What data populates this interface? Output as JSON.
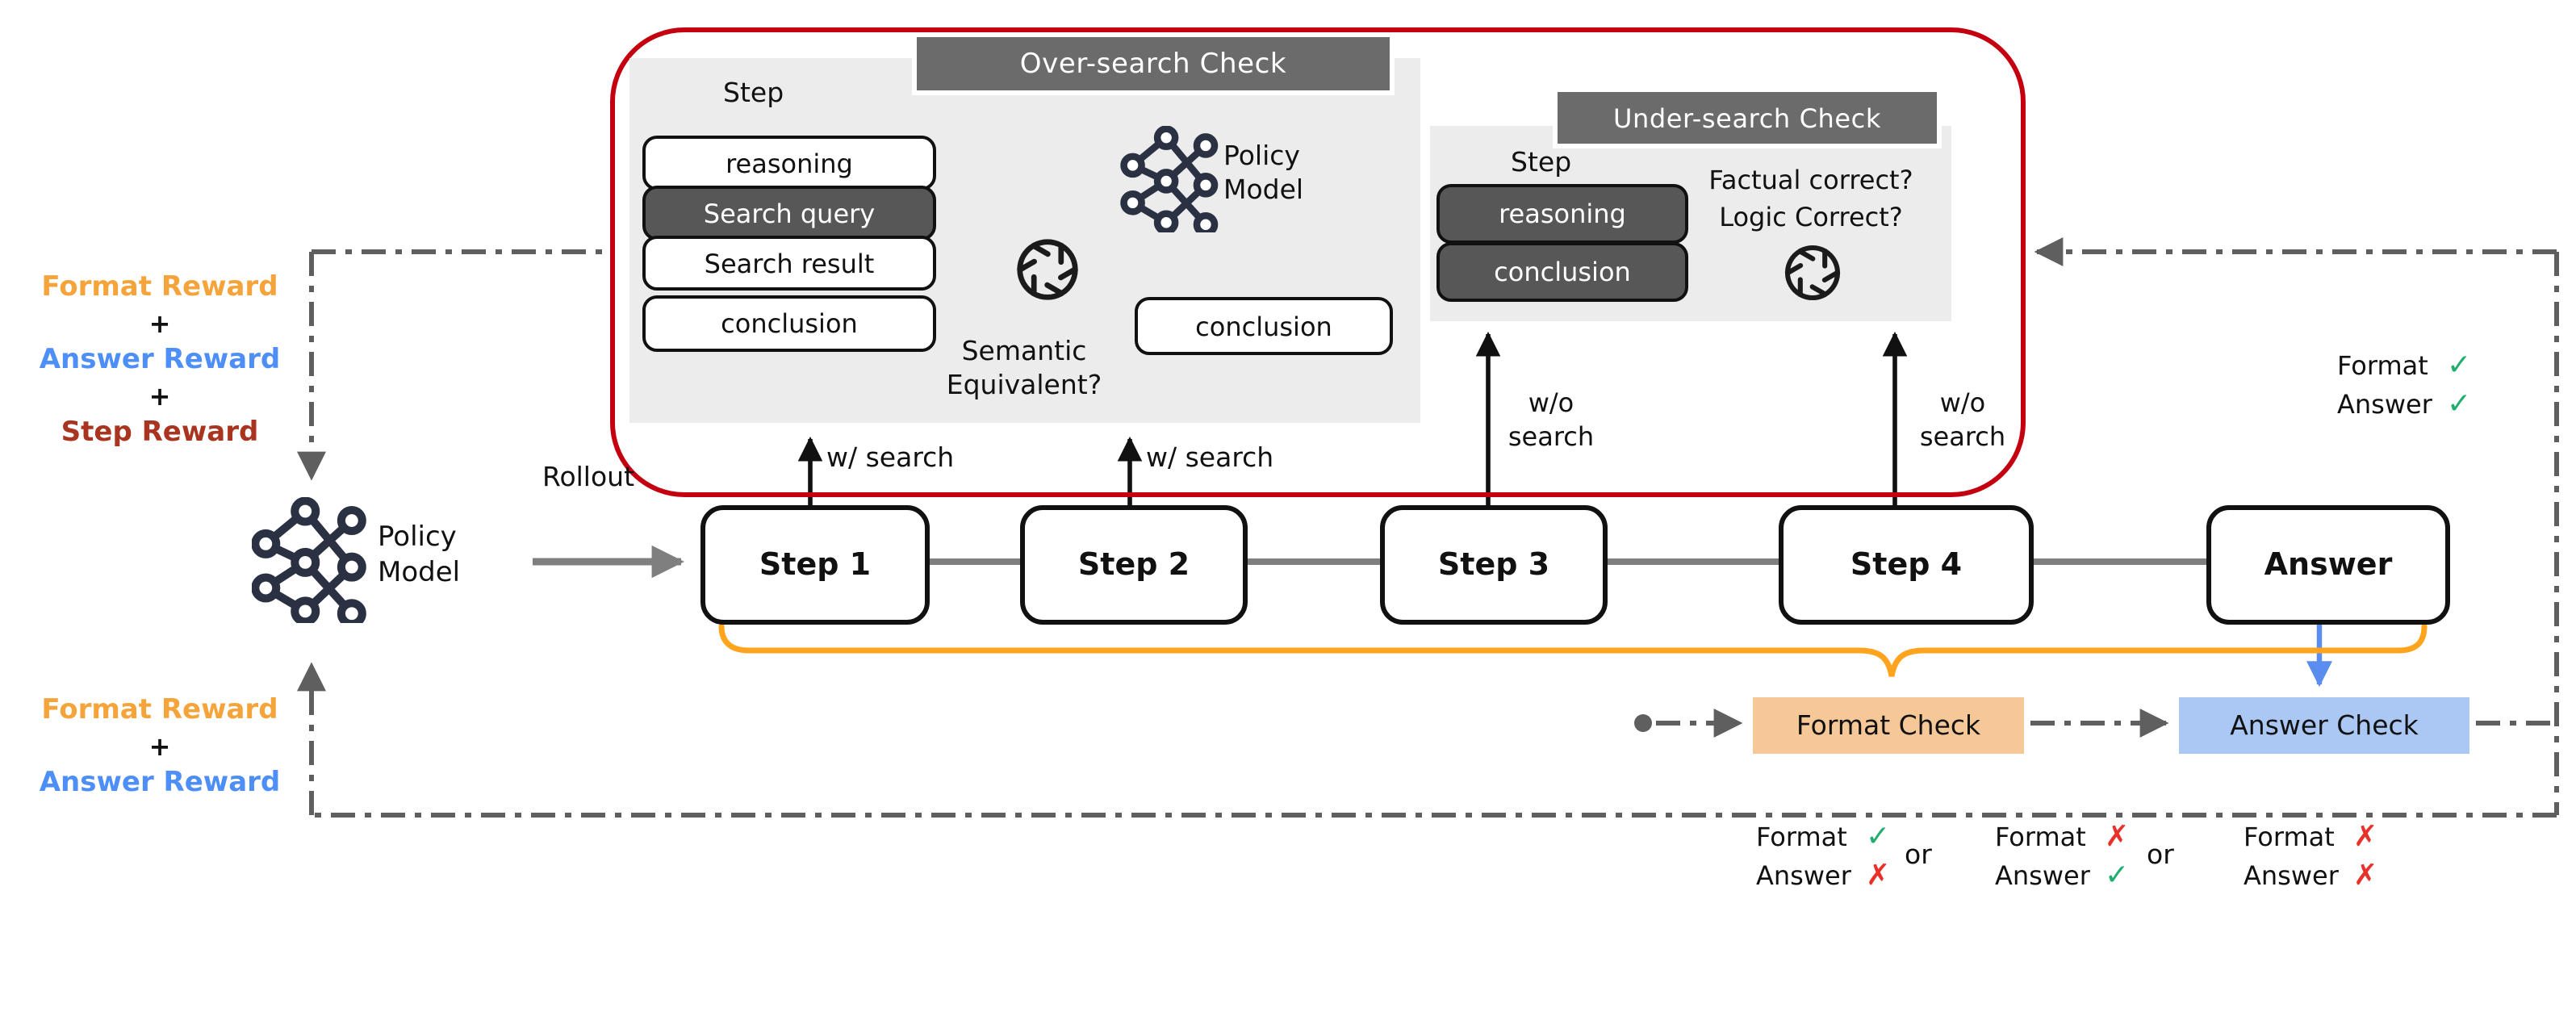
{
  "colors": {
    "red_loop": "#c40010",
    "orange_text": "#f5a43b",
    "blue_text": "#4e8ef7",
    "dark_red_text": "#a93420",
    "brace_orange": "#ffa41c",
    "format_check_bg": "#f7c897",
    "answer_check_bg": "#abc7f3",
    "panel_gray": "#ececec",
    "header_gray": "#6b6b6b",
    "dark_box_gray": "#575757",
    "check_green": "#1fae70",
    "cross_red": "#e8312b"
  },
  "rewards_top": {
    "format": "Format Reward",
    "plus1": "+",
    "answer": "Answer Reward",
    "plus2": "+",
    "step": "Step Reward"
  },
  "rewards_bottom": {
    "format": "Format Reward",
    "plus": "+",
    "answer": "Answer Reward"
  },
  "policy": {
    "line1": "Policy",
    "line2": "Model"
  },
  "rollout": "Rollout",
  "steps": {
    "step1": "Step 1",
    "step2": "Step 2",
    "step3": "Step 3",
    "step4": "Step 4",
    "answer": "Answer"
  },
  "over_search": {
    "title": "Over-search Check",
    "step": "Step",
    "reasoning": "reasoning",
    "search_query": "Search query",
    "search_result": "Search result",
    "conclusion": "conclusion",
    "policy_line1": "Policy",
    "policy_line2": "Model",
    "conclusion_right": "conclusion",
    "semantic_line1": "Semantic",
    "semantic_line2": "Equivalent?"
  },
  "under_search": {
    "title": "Under-search Check",
    "step": "Step",
    "reasoning": "reasoning",
    "conclusion": "conclusion",
    "q1": "Factual correct?",
    "q2": "Logic Correct?"
  },
  "arrows": {
    "with_search_1": "w/ search",
    "with_search_2": "w/ search",
    "wo1_line1": "w/o",
    "wo1_line2": "search",
    "wo2_line1": "w/o",
    "wo2_line2": "search"
  },
  "checks": {
    "format": "Format Check",
    "answer": "Answer Check"
  },
  "status": {
    "format_word": "Format",
    "answer_word": "Answer",
    "check": "✓",
    "cross": "✗",
    "or": "or"
  }
}
